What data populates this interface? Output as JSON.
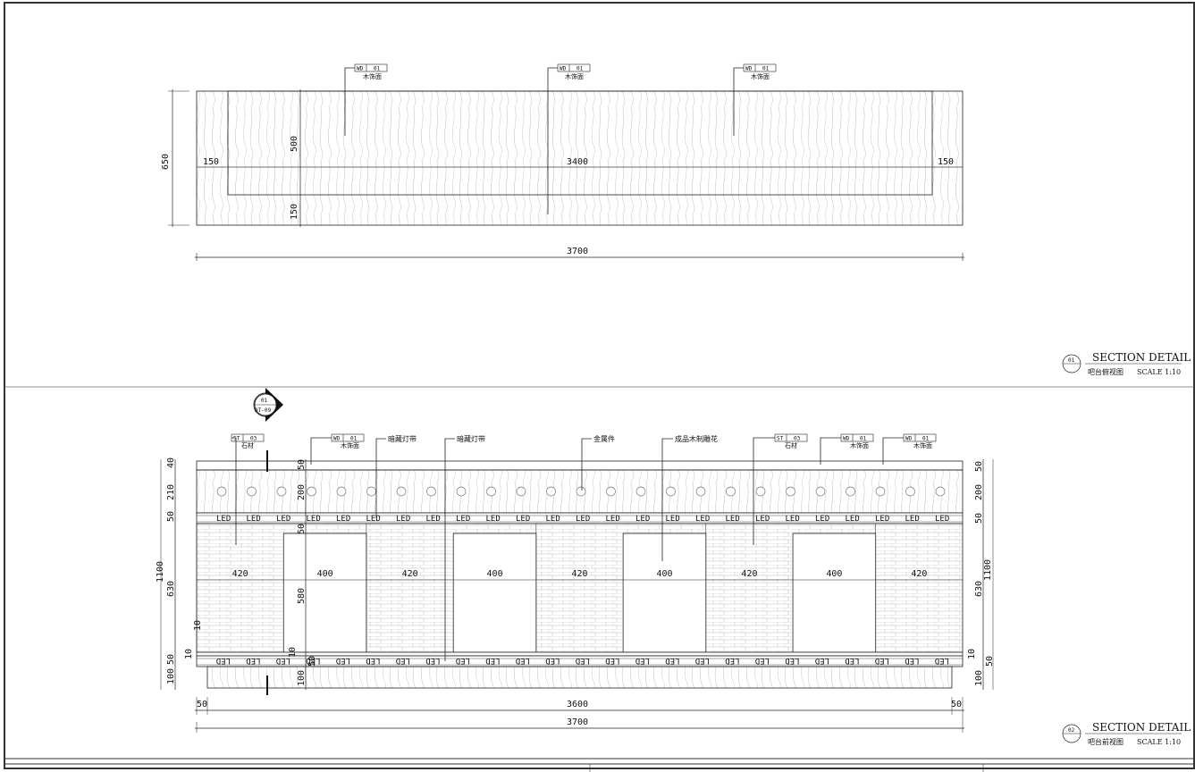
{
  "sheet": {
    "border_color": "#333333"
  },
  "top_view": {
    "tags": [
      {
        "code": "WD",
        "num": "01",
        "label": "木饰面"
      },
      {
        "code": "WD",
        "num": "01",
        "label": "木饰面"
      },
      {
        "code": "WD",
        "num": "01",
        "label": "木饰面"
      }
    ],
    "dims": {
      "left_margin": "150",
      "center": "3400",
      "right_margin": "150",
      "total": "3700",
      "height_total": "650",
      "height_inner": "500",
      "height_bottom": "150"
    },
    "title": {
      "num": "01",
      "text": "SECTION DETAIL",
      "subtitle": "吧台俯视图",
      "scale": "SCALE 1:10"
    }
  },
  "front_view": {
    "section_marker": {
      "num": "01",
      "ref": "DT-09"
    },
    "tags": [
      {
        "code": "ST",
        "num": "03",
        "label": "石材"
      },
      {
        "code": "WD",
        "num": "01",
        "label": "木饰面"
      },
      {
        "code": "ST",
        "num": "03",
        "label": "石材"
      },
      {
        "code": "WD",
        "num": "01",
        "label": "木饰面"
      },
      {
        "code": "WD",
        "num": "01",
        "label": "木饰面"
      }
    ],
    "notes": [
      "暗藏灯带",
      "暗藏灯带",
      "金属件",
      "成品木制雕花"
    ],
    "led_label": "LED",
    "bottom_led_label": "LED",
    "panel_widths": [
      "420",
      "400",
      "420",
      "400",
      "420",
      "400",
      "420",
      "400",
      "420"
    ],
    "left_dims": [
      "40",
      "210",
      "50",
      "630",
      "10",
      "50",
      "10",
      "100"
    ],
    "left_total": "1100",
    "inner_dims": [
      "50",
      "200",
      "50",
      "580",
      "10",
      "50",
      "100"
    ],
    "right_dims": [
      "50",
      "200",
      "50",
      "630",
      "10",
      "50",
      "100"
    ],
    "right_total": "1100",
    "bottom_dims": {
      "left": "50",
      "center": "3600",
      "right": "50",
      "total": "3700"
    },
    "title": {
      "num": "02",
      "text": "SECTION DETAIL",
      "subtitle": "吧台前视图",
      "scale": "SCALE 1:10"
    }
  }
}
